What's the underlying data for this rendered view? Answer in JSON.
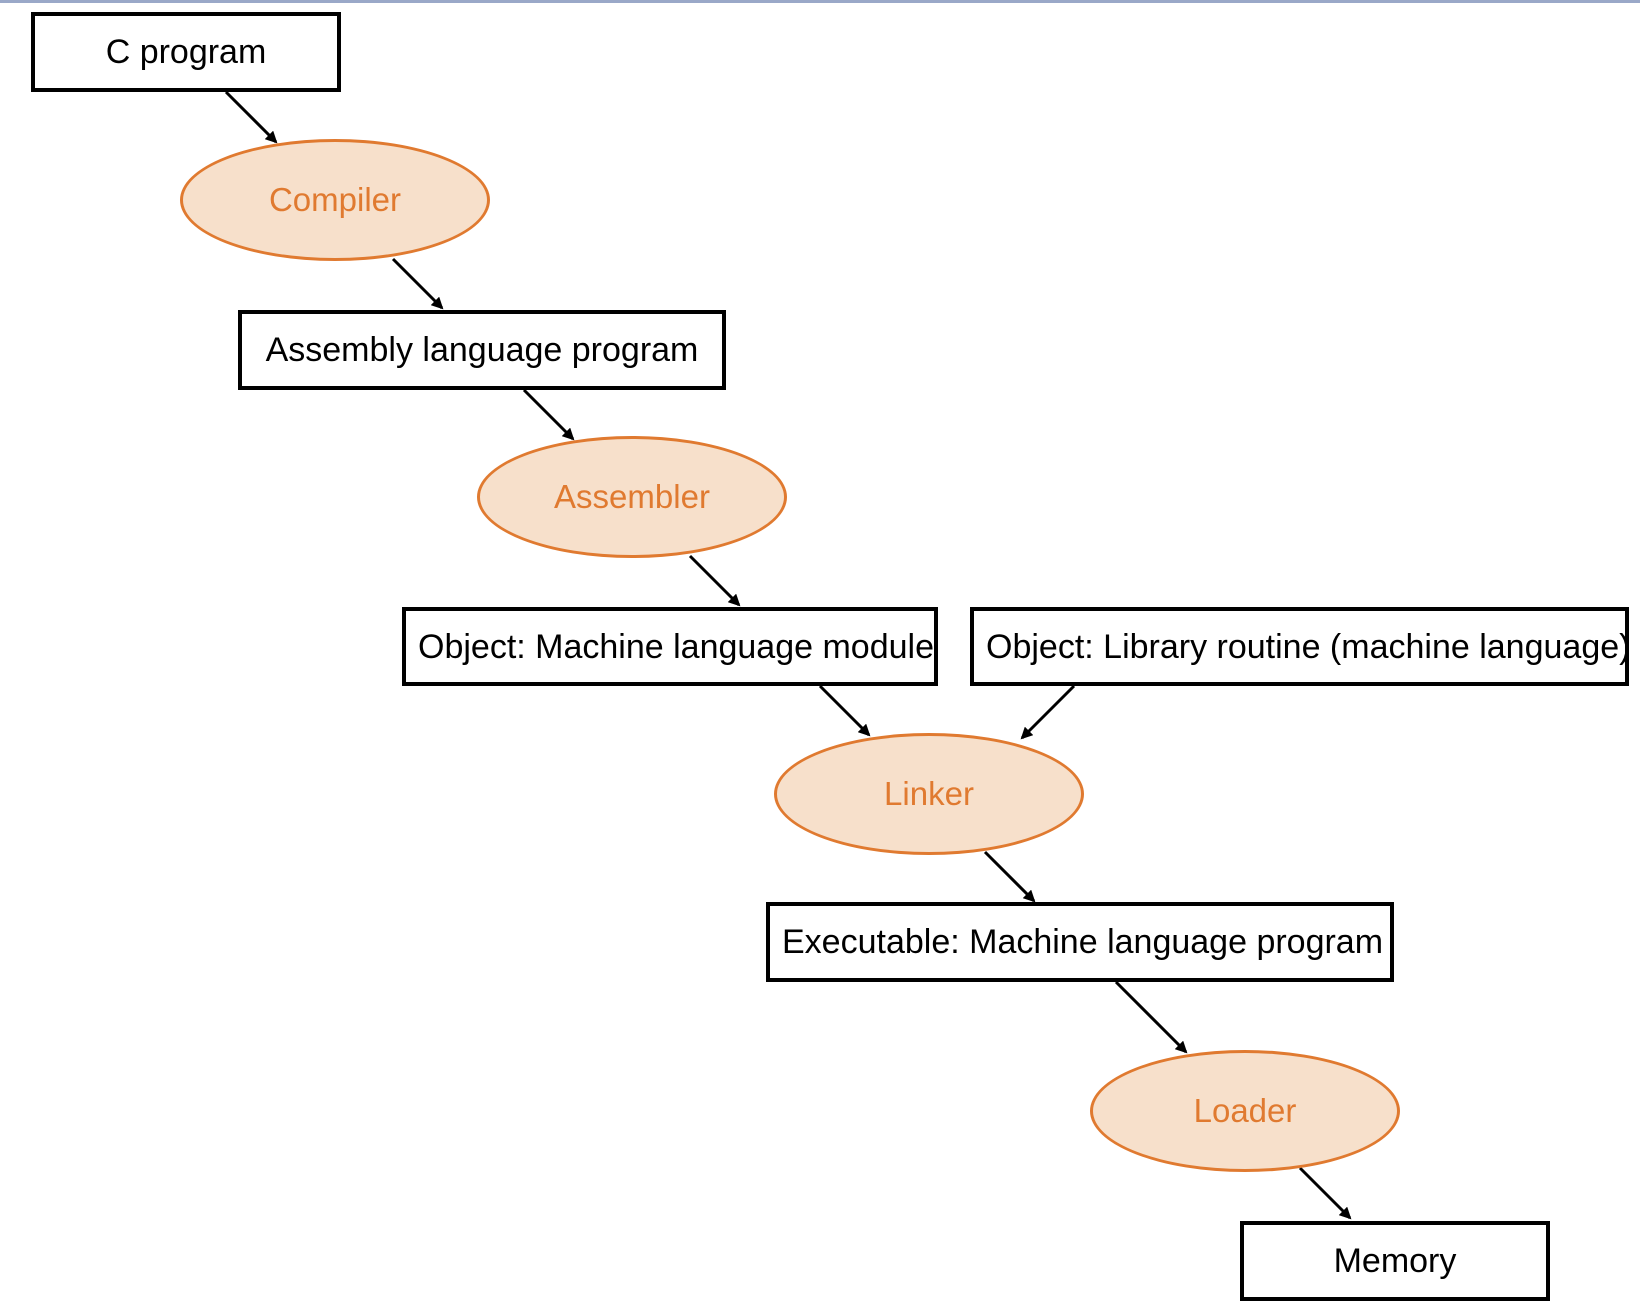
{
  "nodes": {
    "c_program": "C program",
    "compiler": "Compiler",
    "assembly_program": "Assembly language program",
    "assembler": "Assembler",
    "object_module": "Object: Machine language module",
    "library_routine": "Object: Library routine (machine language)",
    "linker": "Linker",
    "executable": "Executable: Machine language program",
    "loader": "Loader",
    "memory": "Memory"
  },
  "colors": {
    "process_fill": "#f7e0cb",
    "process_stroke": "#e07a30",
    "process_text": "#e07a30",
    "artifact_border": "#000000",
    "arrow": "#000000"
  }
}
